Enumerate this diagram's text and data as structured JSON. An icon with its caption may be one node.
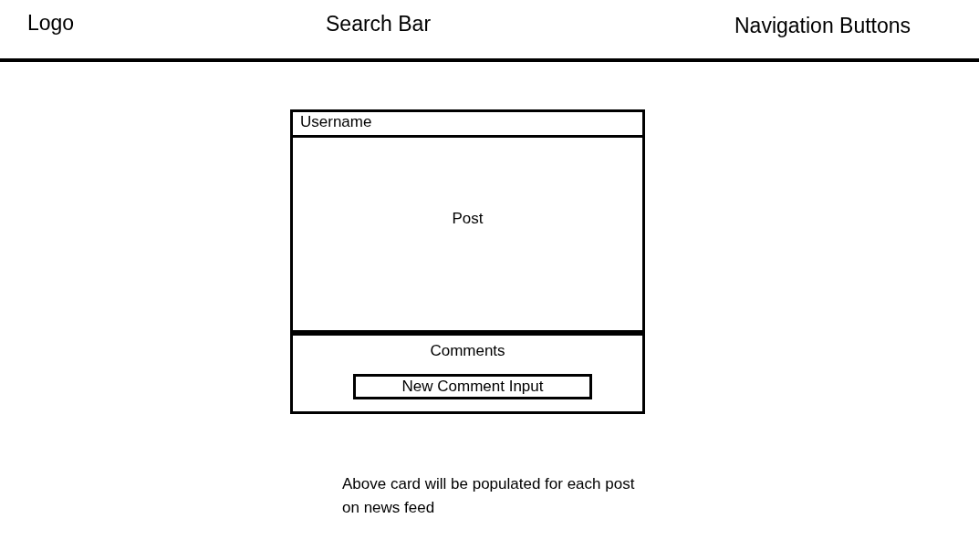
{
  "diagram": {
    "nodes": [
      {
        "text": [],
        "shape": "box"
      },
      {
        "text": [
          "Username"
        ],
        "in": 0
      },
      {
        "text": [
          "Post"
        ],
        "in": 0
      },
      {
        "text": [
          "Comments"
        ],
        "in": 0
      },
      {
        "text": [
          "New Comment Input"
        ],
        "in": 3
      }
    ],
    "labels": [
      "Logo",
      "Search Bar",
      "Navigation Buttons",
      "Above card will be populated for each post on news feed"
    ]
  }
}
